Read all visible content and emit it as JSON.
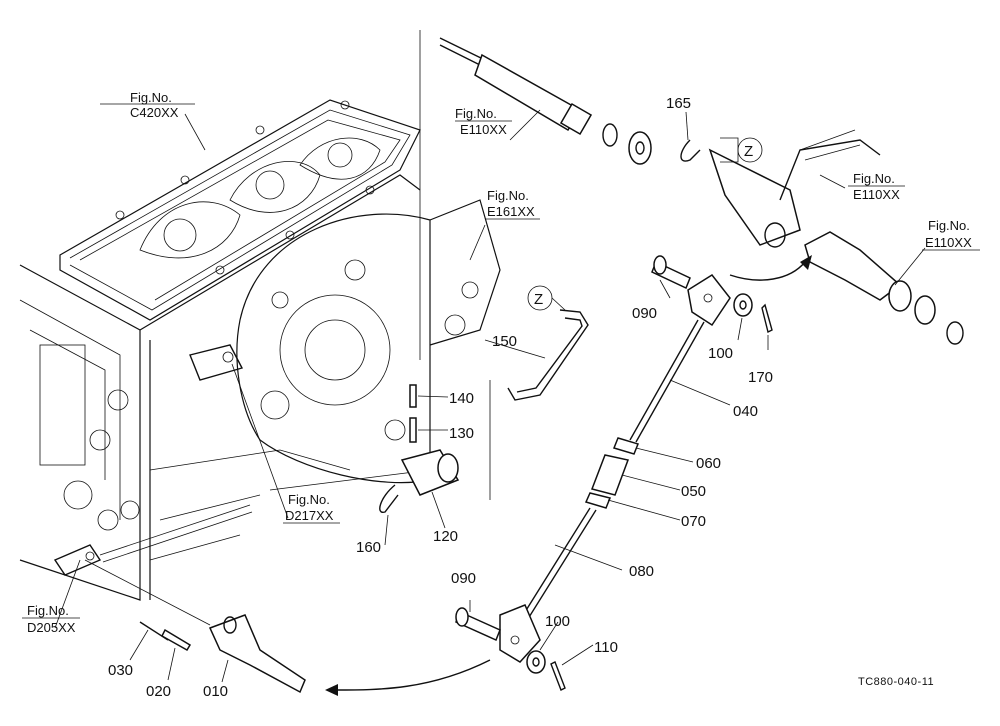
{
  "figure_refs": {
    "c420": {
      "line1": "Fig.No.",
      "line2": "C420XX"
    },
    "e110_top": {
      "line1": "Fig.No.",
      "line2": "E110XX"
    },
    "e161": {
      "line1": "Fig.No.",
      "line2": "E161XX"
    },
    "e110_right": {
      "line1": "Fig.No.",
      "line2": "E110XX"
    },
    "e110_far": {
      "line1": "Fig.No.",
      "line2": "E110XX"
    },
    "d217": {
      "line1": "Fig.No.",
      "line2": "D217XX"
    },
    "d205": {
      "line1": "Fig.No.",
      "line2": "D205XX"
    }
  },
  "part_numbers": {
    "p165": "165",
    "p090_upper": "090",
    "p100_upper": "100",
    "p170": "170",
    "p040": "040",
    "p150": "150",
    "p140": "140",
    "p130": "130",
    "p060": "060",
    "p050": "050",
    "p070": "070",
    "p120": "120",
    "p160": "160",
    "p080": "080",
    "p090_lower": "090",
    "p100_lower": "100",
    "p110": "110",
    "p030": "030",
    "p020": "020",
    "p010": "010"
  },
  "markers": {
    "z_top": "Z",
    "z_mid": "Z"
  },
  "drawing_code": "TC880-040-11"
}
